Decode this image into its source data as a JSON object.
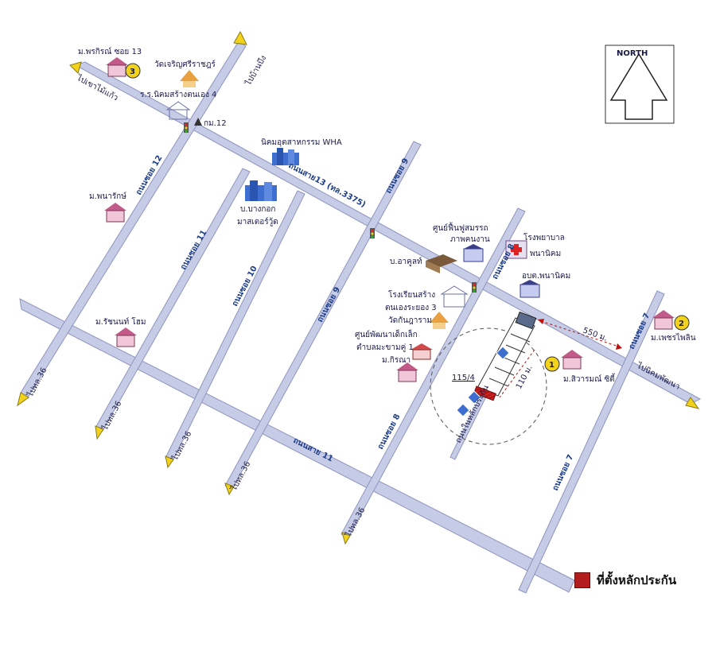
{
  "compass": {
    "label": "NORTH"
  },
  "roads": {
    "main_13": "ถนนสาย13 (ทล.3375)",
    "main_11": "ถนนสาย 11",
    "soi_12": "ถนนซอย 12",
    "soi_11": "ถนนซอย 11",
    "soi_10": "ถนนซอย 10",
    "soi_9_lower": "ถนนซอย 9",
    "soi_9_upper": "ถนนซอย 9",
    "soi_8_upper": "ถนนซอย 8",
    "soi_8_lower": "ถนนซอย 8",
    "soi_7_upper": "ถนนซอย 7",
    "soi_7_lower": "ถนนซอย 7",
    "lot_road": "ถนนในหลักประกัน"
  },
  "directions": {
    "to_banbueng": "ไปบ้านบึง",
    "to_chaoyai": "ไปเขาไม้แก้ว",
    "to_nikom": "ไปนิคมพัฒนา",
    "to_36_a": "ไปทล.36",
    "to_36_b": "ไปทล.36",
    "to_36_c": "ไปทล.36",
    "to_36_d": "ไปทล.36",
    "to_36_e": "ไปทล.36"
  },
  "places": {
    "villa_13": "ม.พรกิรณ์ ซอย 13",
    "temple_charoen": "วัดเจริญศรีราชฎร์",
    "school_nikom": "ร.ร.นิคมสร้างตนเอง 4",
    "km12": "กม.12",
    "wha": "นิคมอุตสาหกรรม WHA",
    "bangkok_master": "บ.บางกอก\nมาสเตอร์วู้ด",
    "pannarak": "ม.พนารักษ์",
    "rattanon": "ม.รัชนนท์ โฮม",
    "akut": "บ.อาคูลท์",
    "rehab": "ศูนย์ฟื้นฟูสมรรถ\nภาพคนงาน",
    "hospital": "โรงพยาบาล\nพนานิคม",
    "obt": "อบต.พนานิคม",
    "school_build": "โรงเรียนสร้าง\nตนเองระยอง 3",
    "temple_kan": "วัดกันฎาราม",
    "childcare": "ศูนย์พัฒนาเด็กเล็ก\nตำบลมะขามคู่ 1",
    "kiran": "ม.กิรณา",
    "siwarom": "ม.สิวารมณ์ ซิตี้",
    "phetphailin": "ม.เพชรไพลิน"
  },
  "markers": {
    "m1": "1",
    "m2": "2",
    "m3": "3"
  },
  "measurements": {
    "distance_550": "550 ม.",
    "distance_110": "110 ม.",
    "lot_no": "115/4"
  },
  "legend": {
    "label": "ที่ตั้งหลักประกัน"
  },
  "colors": {
    "road": "#c6cbe6",
    "road_edge": "#8e94bd",
    "arrow": "#f3d21c",
    "collateral": "#b31d1d",
    "marker": "#f3d21c",
    "text": "#1d3d8a"
  }
}
